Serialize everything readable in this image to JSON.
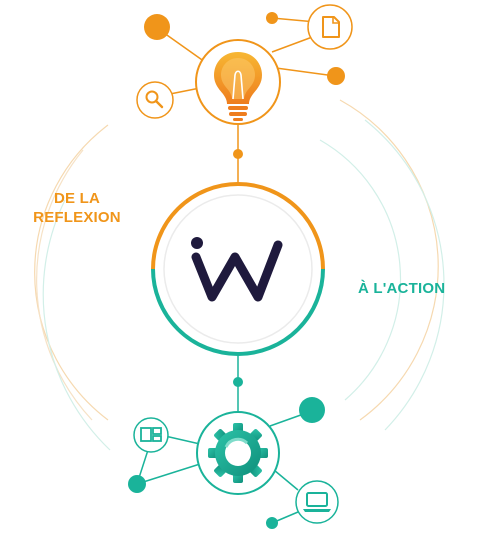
{
  "labels": {
    "left_line1": "DE LA",
    "left_line2": "REFLEXION",
    "right": "À L'ACTION"
  },
  "colors": {
    "orange": "#f0951a",
    "teal": "#1ab39a",
    "logo": "#1f1a3d"
  },
  "icons": {
    "top": [
      "lightbulb-icon",
      "document-icon",
      "magnifier-icon"
    ],
    "bottom": [
      "gear-icon",
      "layout-icon",
      "laptop-icon"
    ],
    "center": "w-logo"
  }
}
